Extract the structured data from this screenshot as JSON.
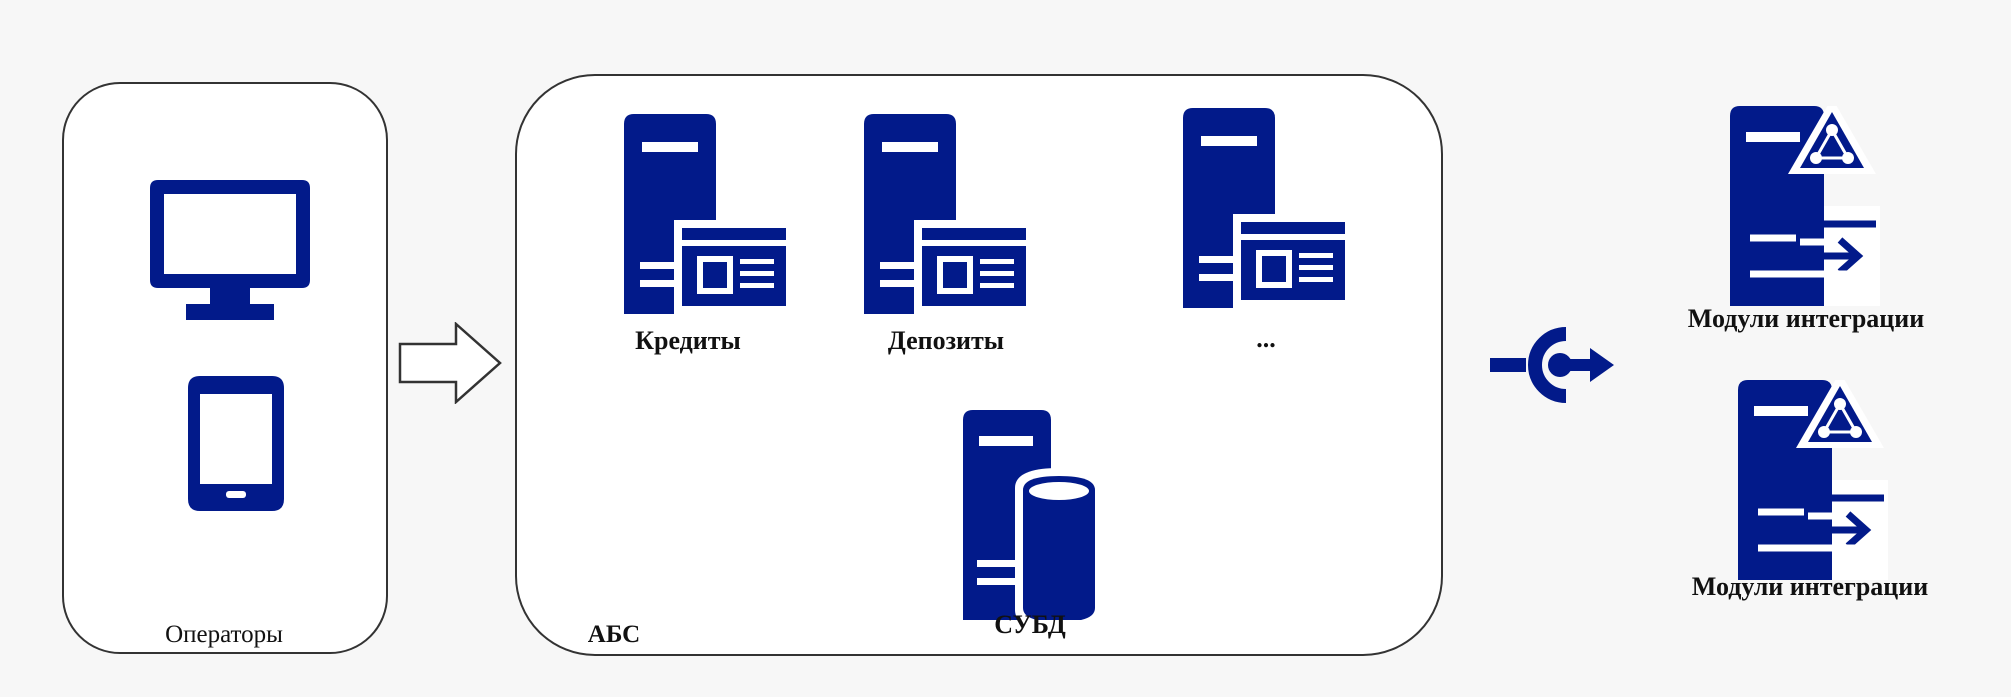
{
  "colors": {
    "icon": "#021a8a",
    "border": "#333333",
    "background": "#f7f7f7"
  },
  "operators": {
    "label": "Операторы",
    "icons": [
      "monitor-icon",
      "tablet-icon"
    ]
  },
  "abs": {
    "label": "АБС",
    "modules": [
      {
        "label": "Кредиты",
        "icon": "app-server-icon"
      },
      {
        "label": "Депозиты",
        "icon": "app-server-icon"
      },
      {
        "label": "...",
        "icon": "app-server-icon"
      }
    ],
    "database": {
      "label": "СУБД",
      "icon": "database-server-icon"
    }
  },
  "connector": {
    "icon": "connector-arrow-icon"
  },
  "integration": [
    {
      "label": "Модули интеграции",
      "icon": "integration-server-icon"
    },
    {
      "label": "Модули интеграции",
      "icon": "integration-server-icon"
    }
  ]
}
